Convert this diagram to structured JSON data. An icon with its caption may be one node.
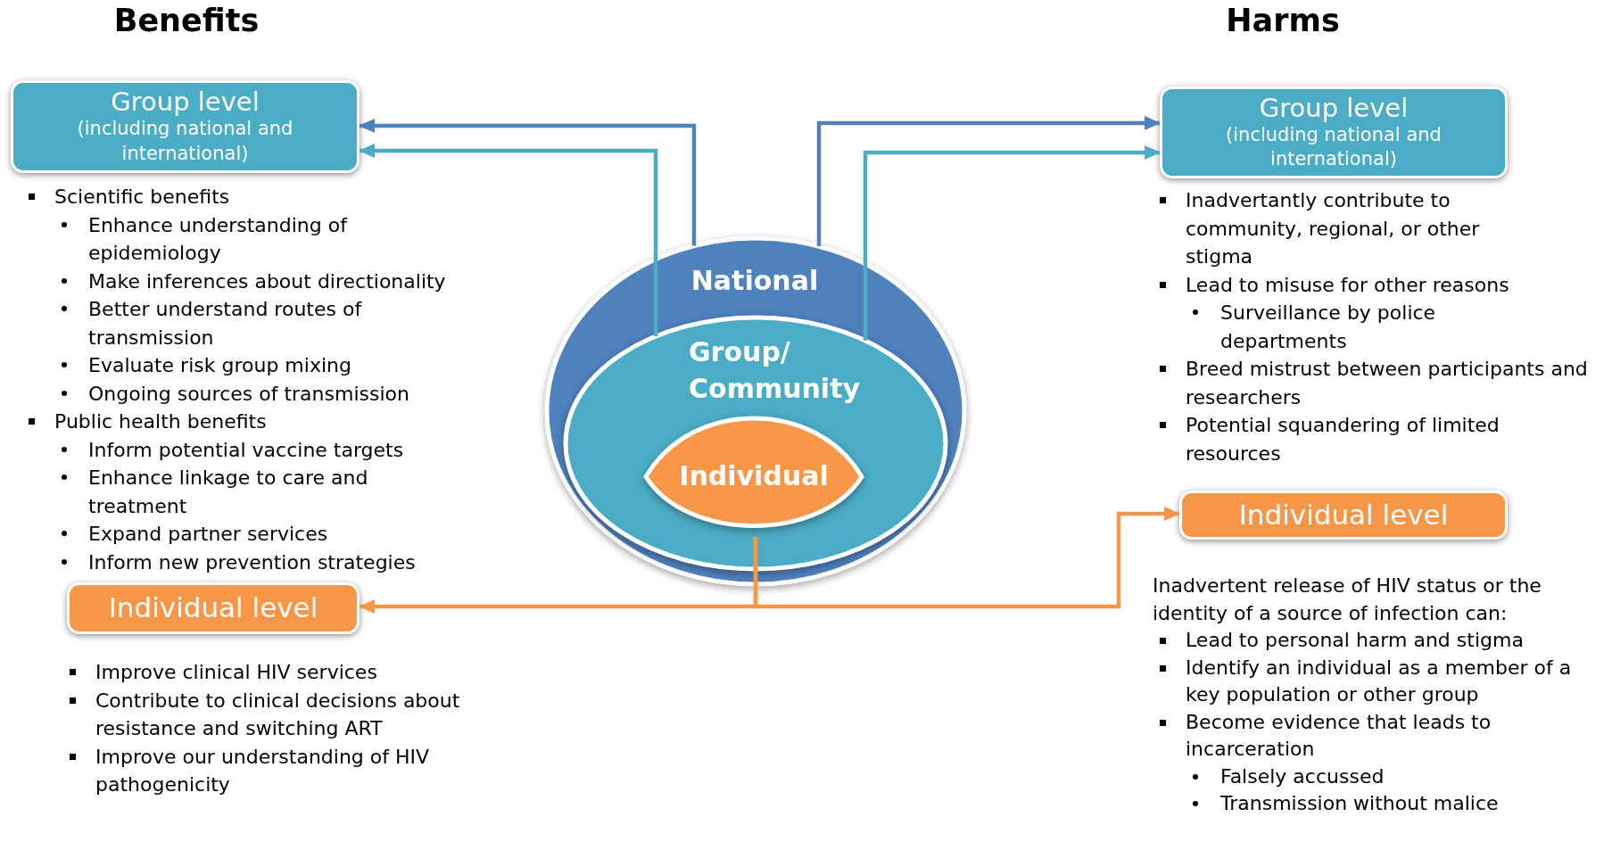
{
  "diagram": {
    "nodes": [
      {
        "text": [
          "Group level",
          "(including national and international)"
        ]
      },
      {
        "text": [
          "Individual level"
        ]
      },
      {
        "text": [
          "Group level",
          "(including national and international)"
        ]
      },
      {
        "text": [
          "Individual level"
        ]
      },
      {
        "text": [
          "National"
        ]
      },
      {
        "text": [
          "Group/ Community"
        ],
        "in": 4
      },
      {
        "text": [
          "Individual"
        ],
        "in": 5
      }
    ],
    "edges": [
      {
        "from": 4,
        "to": 0,
        "arrow": "to",
        "color": "#4f81bd"
      },
      {
        "from": 5,
        "to": 0,
        "arrow": "to",
        "color": "#4bacc6"
      },
      {
        "from": 4,
        "to": 2,
        "arrow": "to",
        "color": "#4f81bd"
      },
      {
        "from": 5,
        "to": 2,
        "arrow": "to",
        "color": "#4bacc6"
      },
      {
        "from": 6,
        "to": 1,
        "arrow": "to",
        "color": "#f79646"
      },
      {
        "from": 6,
        "to": 3,
        "arrow": "to",
        "color": "#f79646"
      }
    ],
    "labels": [
      "Benefits",
      "Harms",
      "Scientific benefits",
      "Enhance understanding of epidemiology",
      "Make inferences about directionality",
      "Better understand routes of transmission",
      "Evaluate risk group mixing",
      "Ongoing sources of transmission",
      "Public health benefits",
      "Inform potential vaccine targets",
      "Enhance linkage to care and treatment",
      "Expand partner services",
      "Inform new prevention strategies",
      "Improve clinical HIV services",
      "Contribute to clinical decisions about resistance and switching ART",
      "Improve our understanding of HIV pathogenicity",
      "Inadvertantly contribute to community, regional, or other stigma",
      "Lead to misuse for other reasons",
      "Surveillance by police departments",
      "Breed mistrust between participants and researchers",
      "Potential squandering of limited resources",
      "Inadvertent release of HIV status or the identity of a source of infection can:",
      "Lead to personal harm and stigma",
      "Identify an individual as a member of a key population or other group",
      "Become evidence that leads to incarceration",
      "Falsely accussed",
      "Transmission without malice"
    ]
  }
}
